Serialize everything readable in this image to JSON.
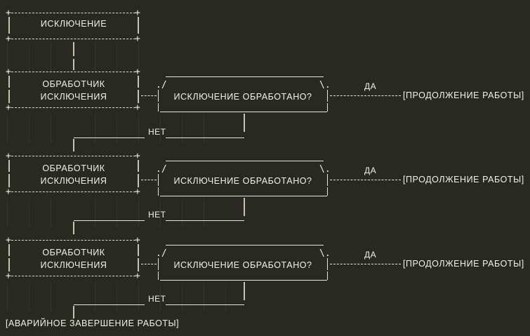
{
  "meta": {
    "title": "Обработка исключения — блок-схема",
    "background_color": "#282a22",
    "foreground_color": "#f4f1e6",
    "accent_color": "#c9c3ae",
    "art_style": "ascii-art-flowchart"
  },
  "nodes": {
    "exception_box": {
      "label": "ИСКЛЮЧЕНИЕ",
      "shape": "ascii-box"
    },
    "handler_box_label_line1": "ОБРАБОТЧИК",
    "handler_box_label_line2": "ИСКЛЮЧЕНИЯ",
    "decision_label": "ИСКЛЮЧЕНИЕ ОБРАБОТАНО?",
    "continue_label": "[ПРОДОЛЖЕНИЕ РАБОТЫ]",
    "abort_label": "[АВАРИЙНОЕ ЗАВЕРШЕНИЕ РАБОТЫ]"
  },
  "edges": {
    "yes_label": "ДА",
    "no_label": "НЕТ"
  },
  "handlers": [
    {
      "index": 1,
      "box_line1": "ОБРАБОТЧИК",
      "box_line2": "ИСКЛЮЧЕНИЯ",
      "decision": "ИСКЛЮЧЕНИЕ ОБРАБОТАНО?",
      "yes": "ДА",
      "no": "НЕТ",
      "yes_target": "[ПРОДОЛЖЕНИЕ РАБОТЫ]"
    },
    {
      "index": 2,
      "box_line1": "ОБРАБОТЧИК",
      "box_line2": "ИСКЛЮЧЕНИЯ",
      "decision": "ИСКЛЮЧЕНИЕ ОБРАБОТАНО?",
      "yes": "ДА",
      "no": "НЕТ",
      "yes_target": "[ПРОДОЛЖЕНИЕ РАБОТЫ]"
    },
    {
      "index": 3,
      "box_line1": "ОБРАБОТЧИК",
      "box_line2": "ИСКЛЮЧЕНИЯ",
      "decision": "ИСКЛЮЧЕНИЕ ОБРАБОТАНО?",
      "yes": "ДА",
      "no": "НЕТ",
      "yes_target": "[ПРОДОЛЖЕНИЕ РАБОТЫ]"
    }
  ],
  "glyphs": {
    "corner_left": "./",
    "corner_right": "\\.",
    "plus": "+",
    "pipe": "|",
    "dash3": "- - -"
  }
}
